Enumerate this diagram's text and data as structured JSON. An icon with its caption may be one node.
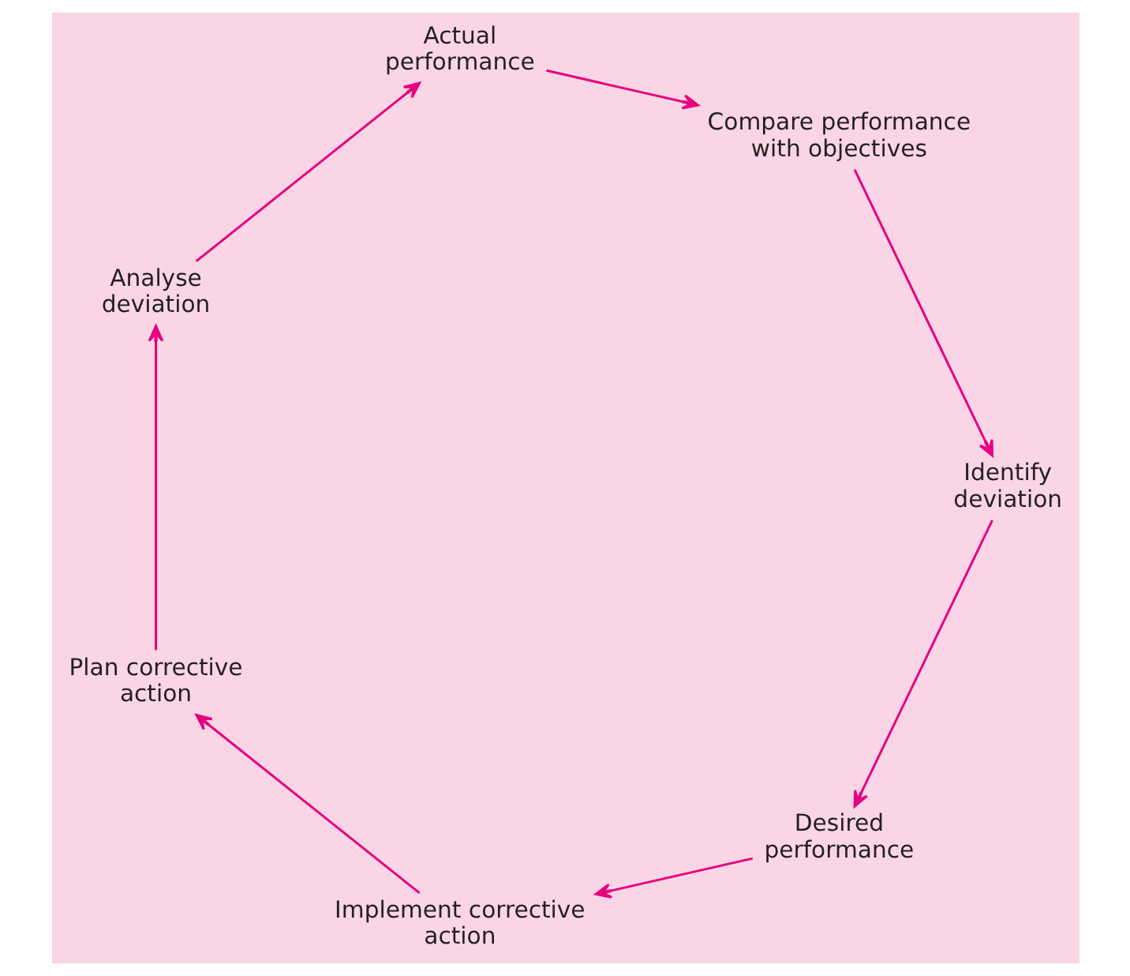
{
  "diagram": {
    "nodes": [
      {
        "text": [
          "Desired performance"
        ]
      },
      {
        "text": [
          "Implement corrective action"
        ]
      },
      {
        "text": [
          "Identify deviation"
        ]
      },
      {
        "text": [
          "Compare performance with objectives"
        ]
      },
      {
        "text": [
          "Plan corrective action"
        ]
      },
      {
        "text": [
          "Actual performance"
        ]
      },
      {
        "text": [
          "Analyse deviation"
        ]
      }
    ],
    "edges": [
      {
        "from": 0,
        "to": 1,
        "arrow": "to"
      },
      {
        "from": 1,
        "to": 4,
        "arrow": "to"
      },
      {
        "from": 4,
        "to": 6,
        "arrow": "to"
      },
      {
        "from": 6,
        "to": 5,
        "arrow": "to"
      },
      {
        "from": 5,
        "to": 3,
        "arrow": "to"
      },
      {
        "from": 3,
        "to": 2,
        "arrow": "to"
      },
      {
        "from": 2,
        "to": 0,
        "arrow": "to"
      }
    ]
  }
}
